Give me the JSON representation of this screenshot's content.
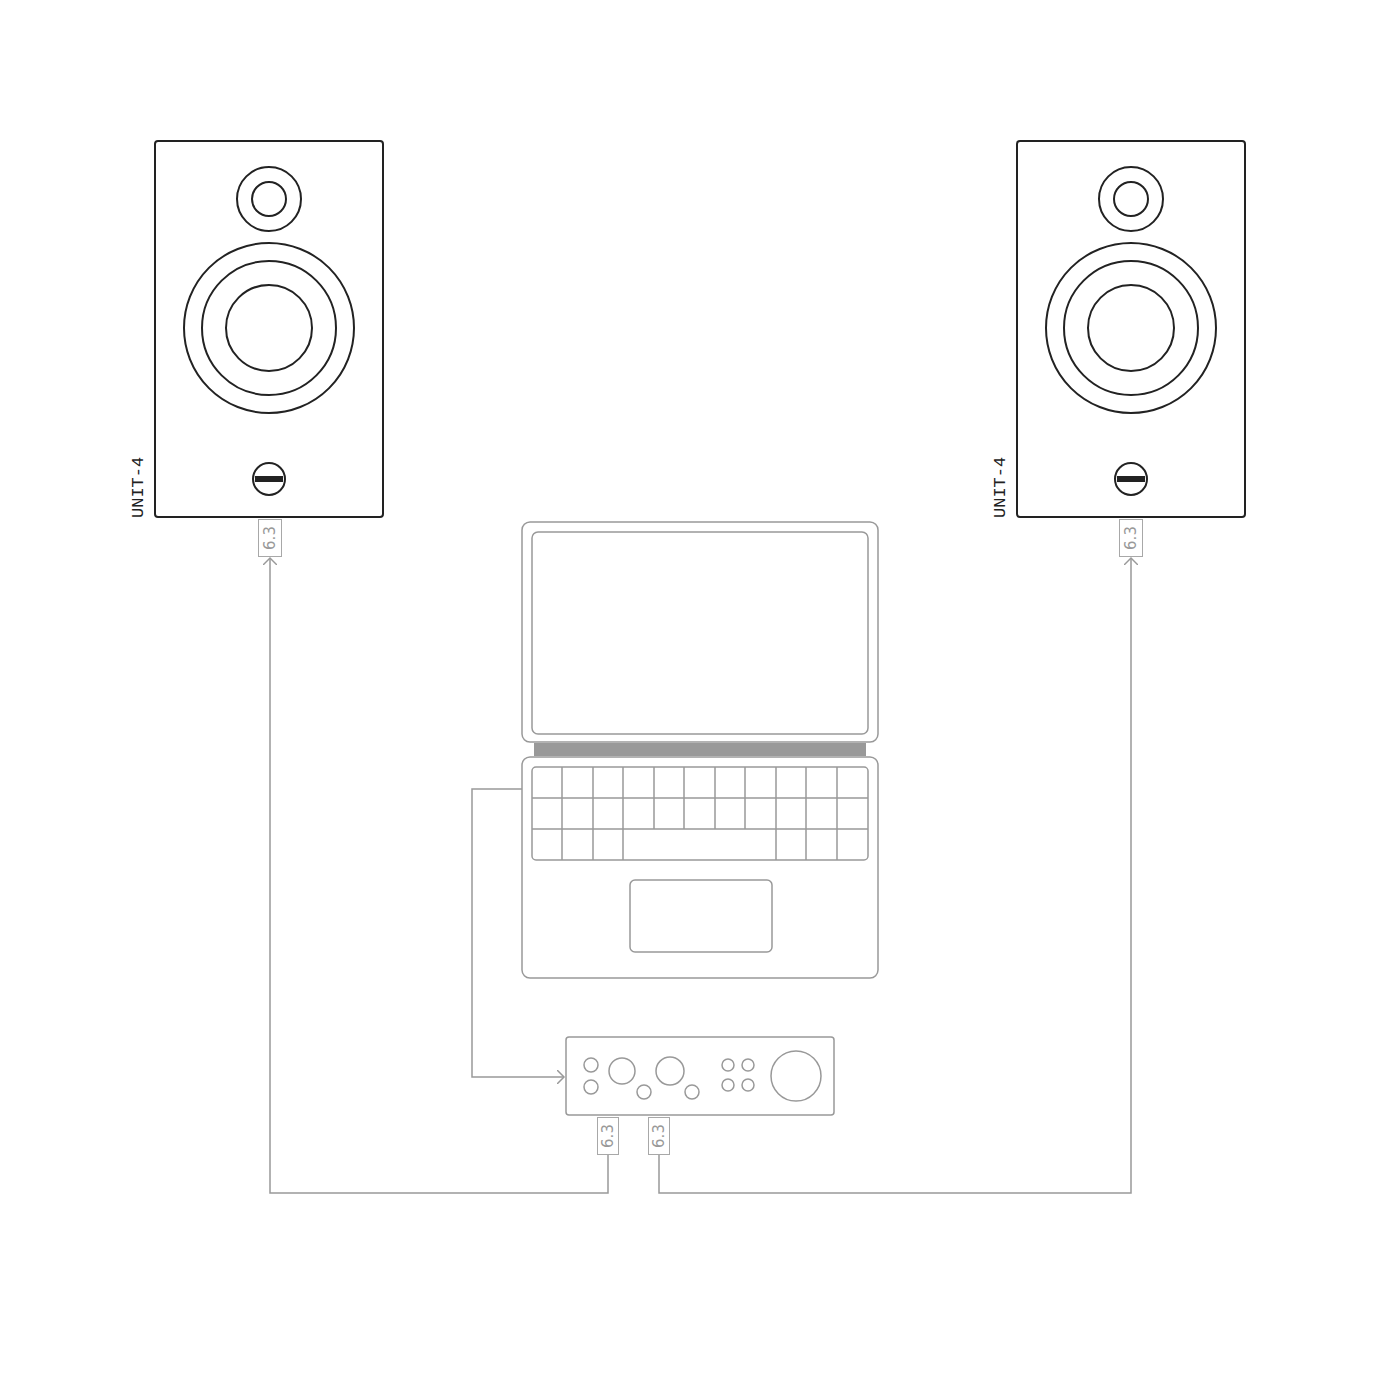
{
  "diagram": {
    "nodes": [
      {
        "text": [
          "UNIT-4"
        ]
      },
      {
        "text": [
          "UNIT-4"
        ]
      },
      {
        "text": [
          "6.3"
        ]
      },
      {
        "text": [
          "6.3"
        ]
      },
      {
        "text": [
          "6.3"
        ]
      },
      {
        "text": [
          "6.3"
        ]
      }
    ],
    "edges": [
      {
        "from": 4,
        "to": 2,
        "arrow": "to"
      },
      {
        "from": 5,
        "to": 3,
        "arrow": "to"
      }
    ]
  }
}
